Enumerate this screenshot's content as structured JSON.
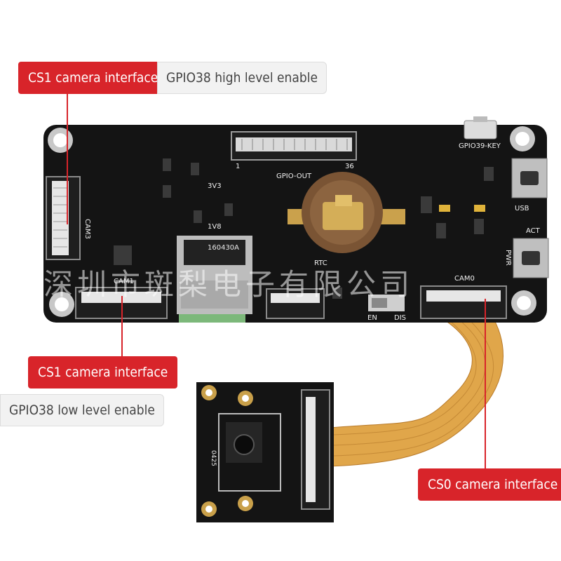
{
  "callouts": {
    "cs1_top_red": "CS1 camera interface",
    "cs1_top_gray": "GPIO38 high level enable",
    "cs1_bottom_red": "CS1 camera interface",
    "cs1_bottom_gray": "GPIO38 low level enable",
    "cs0_red": "CS0 camera interface"
  },
  "board_silkscreen": {
    "gpio_key": "GPIO39-KEY",
    "pin_1": "1",
    "gpio_out": "GPIO-OUT",
    "pin_36": "36",
    "cam3": "CAM3",
    "v3v3": "3V3",
    "v1v8": "1V8",
    "sd_code": "160430A",
    "rtc": "RTC",
    "usb": "USB",
    "act": "ACT",
    "pwr": "PWR",
    "cam1": "CAM1",
    "cam0": "CAM0",
    "en": "EN",
    "dis": "DIS",
    "module_code": "0425"
  },
  "watermark": "深圳市斑梨电子有限公司",
  "colors": {
    "callout_red": "#d8242a",
    "callout_gray": "#f2f2f2",
    "pcb_black": "#141414",
    "flex_cable": "#e0a64a",
    "gold": "#c9a04a"
  }
}
